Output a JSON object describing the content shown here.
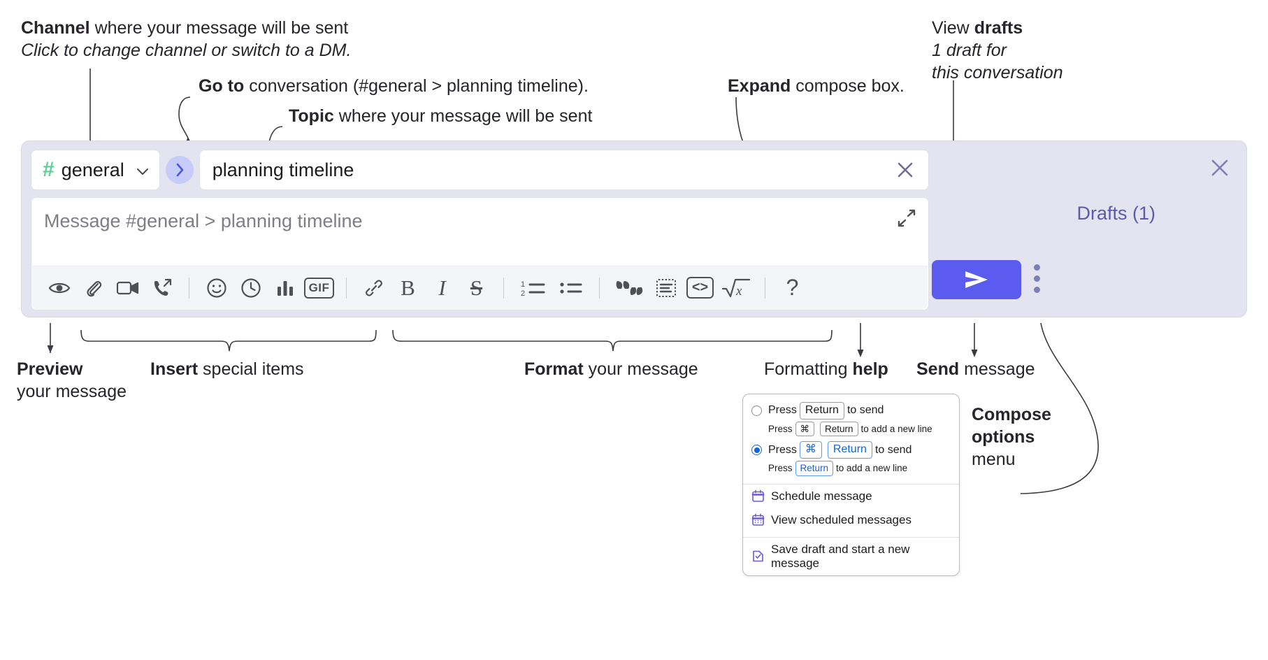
{
  "annotations": {
    "channel": {
      "bold": "Channel",
      "rest": " where your message will be sent",
      "italic": "Click to change channel or switch to a DM."
    },
    "goto": {
      "bold": "Go to",
      "rest": " conversation (#general > planning timeline)."
    },
    "topic": {
      "bold": "Topic",
      "rest": " where your message will be sent"
    },
    "expand": {
      "bold": "Expand",
      "rest": " compose box."
    },
    "drafts": {
      "pre": "View ",
      "bold": "drafts",
      "italic1": "1 draft for",
      "italic2": "this conversation"
    },
    "preview": {
      "bold": "Preview",
      "line2": "your message"
    },
    "insert": {
      "bold": "Insert",
      "rest": " special items"
    },
    "format": {
      "bold": "Format",
      "rest": " your message"
    },
    "formatting_help": {
      "pre": "Formatting ",
      "bold": "help"
    },
    "send": {
      "bold": "Send",
      "rest": " message"
    },
    "compose_options": {
      "bold1": "Compose",
      "bold2": "options",
      "rest": "menu"
    }
  },
  "compose": {
    "channel_name": "general",
    "hash_symbol": "#",
    "goto_symbol": "›",
    "topic_value": "planning timeline",
    "message_placeholder": "Message #general > planning timeline",
    "drafts_label": "Drafts (1)",
    "toolbar": [
      {
        "name": "preview-icon",
        "label": "Preview"
      },
      {
        "name": "attachment-icon",
        "label": "Attach file"
      },
      {
        "name": "video-icon",
        "label": "Record video clip"
      },
      {
        "name": "audio-call-icon",
        "label": "Record audio clip"
      },
      {
        "name": "emoji-icon",
        "label": "Emoji"
      },
      {
        "name": "schedule-clock-icon",
        "label": "Schedule"
      },
      {
        "name": "poll-icon",
        "label": "Poll"
      },
      {
        "name": "gif-icon",
        "label": "GIF"
      },
      {
        "name": "link-icon",
        "label": "Link"
      },
      {
        "name": "bold-icon",
        "label": "B"
      },
      {
        "name": "italic-icon",
        "label": "I"
      },
      {
        "name": "strikethrough-icon",
        "label": "S"
      },
      {
        "name": "ordered-list-icon",
        "label": "Ordered list"
      },
      {
        "name": "bulleted-list-icon",
        "label": "Bulleted list"
      },
      {
        "name": "blockquote-icon",
        "label": "Blockquote"
      },
      {
        "name": "code-block-icon",
        "label": "Code block"
      },
      {
        "name": "code-icon",
        "label": "Code"
      },
      {
        "name": "math-icon",
        "label": "Math"
      },
      {
        "name": "help-icon",
        "label": "?"
      }
    ]
  },
  "options_menu": {
    "option_1": {
      "press": "Press",
      "key": "Return",
      "suffix": "to send",
      "sub_press": "Press",
      "sub_key_1": "⌘",
      "sub_key_2": "Return",
      "sub_suffix": "to add a new line",
      "selected": false
    },
    "option_2": {
      "press": "Press",
      "key_1": "⌘",
      "key_2": "Return",
      "suffix": "to send",
      "sub_press": "Press",
      "sub_key": "Return",
      "sub_suffix": "to add a new line",
      "selected": true
    },
    "items": [
      {
        "icon": "calendar-icon",
        "label": "Schedule message"
      },
      {
        "icon": "calendar-grid-icon",
        "label": "View scheduled messages"
      },
      {
        "icon": "save-draft-icon",
        "label": "Save draft and start a new message"
      }
    ]
  },
  "colors": {
    "accent": "#5b5bf0",
    "panel_bg": "#e3e4ef",
    "hash_green": "#5ecf96",
    "drafts_text": "#5c5ba8",
    "radio_blue": "#1264e0",
    "menu_icon_purple": "#6b5bd6"
  }
}
